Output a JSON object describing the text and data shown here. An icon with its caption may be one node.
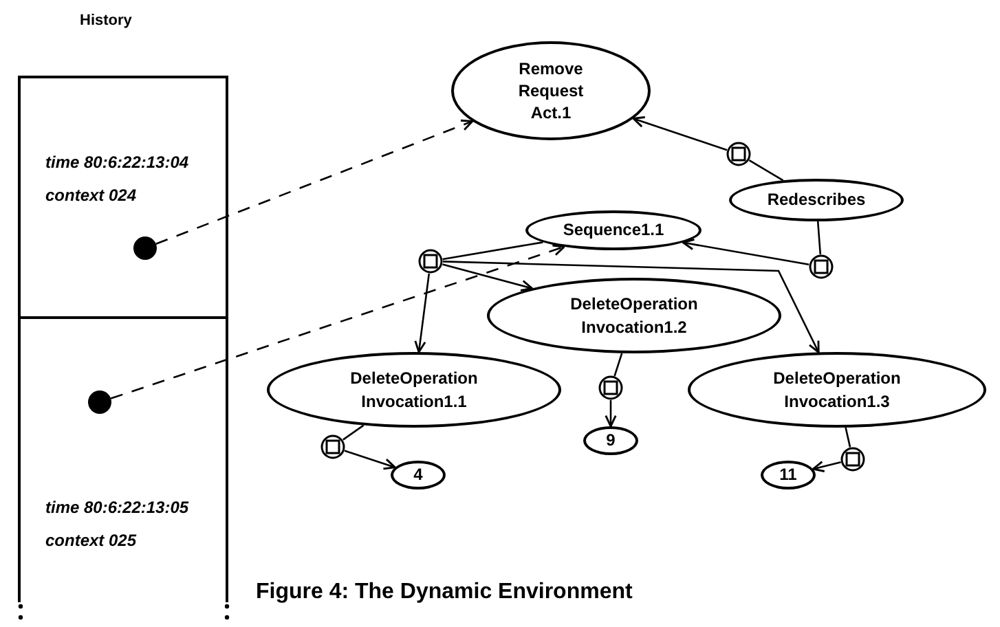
{
  "diagram": {
    "caption": "Figure 4: The Dynamic Environment",
    "nodes": [
      {
        "text": [
          "History"
        ]
      },
      {
        "text": [
          "time 80:6:22:13:04",
          "context 024"
        ],
        "in": 0
      },
      {
        "text": [
          "time 80:6:22:13:05",
          "context 025"
        ],
        "in": 0
      },
      {
        "text": [],
        "shape": "dot",
        "in": 1
      },
      {
        "text": [],
        "shape": "dot",
        "in": 2
      },
      {
        "text": [
          "Remove Request Act.1"
        ]
      },
      {
        "text": [
          "Redescribes"
        ]
      },
      {
        "text": [
          "Sequence1.1"
        ]
      },
      {
        "text": [
          "DeleteOperation Invocation1.2"
        ]
      },
      {
        "text": [
          "DeleteOperation Invocation1.1"
        ]
      },
      {
        "text": [
          "DeleteOperation Invocation1.3"
        ]
      },
      {
        "text": [
          "4"
        ]
      },
      {
        "text": [
          "9"
        ]
      },
      {
        "text": [
          "11"
        ]
      },
      {
        "text": [],
        "shape": "circle"
      },
      {
        "text": [],
        "shape": "circle"
      },
      {
        "text": [],
        "shape": "circle"
      },
      {
        "text": [],
        "shape": "circle"
      },
      {
        "text": [],
        "shape": "circle"
      },
      {
        "text": [],
        "shape": "circle"
      }
    ],
    "edges": [
      {
        "from": 3,
        "to": 5,
        "arrow": "to",
        "style": "dashed"
      },
      {
        "from": 4,
        "to": 7,
        "arrow": "to",
        "style": "dashed"
      },
      {
        "from": 6,
        "to": 14,
        "arrow": "none"
      },
      {
        "from": 14,
        "to": 5,
        "arrow": "to"
      },
      {
        "from": 6,
        "to": 15,
        "arrow": "none"
      },
      {
        "from": 15,
        "to": 7,
        "arrow": "to"
      },
      {
        "from": 16,
        "to": 7,
        "arrow": "none"
      },
      {
        "from": 16,
        "to": 8,
        "arrow": "to"
      },
      {
        "from": 16,
        "to": 9,
        "arrow": "to"
      },
      {
        "from": 16,
        "to": 10,
        "arrow": "to"
      },
      {
        "from": 9,
        "to": 17,
        "arrow": "none"
      },
      {
        "from": 17,
        "to": 11,
        "arrow": "to"
      },
      {
        "from": 8,
        "to": 18,
        "arrow": "none"
      },
      {
        "from": 18,
        "to": 12,
        "arrow": "to"
      },
      {
        "from": 10,
        "to": 19,
        "arrow": "none"
      },
      {
        "from": 19,
        "to": 13,
        "arrow": "to"
      }
    ]
  }
}
